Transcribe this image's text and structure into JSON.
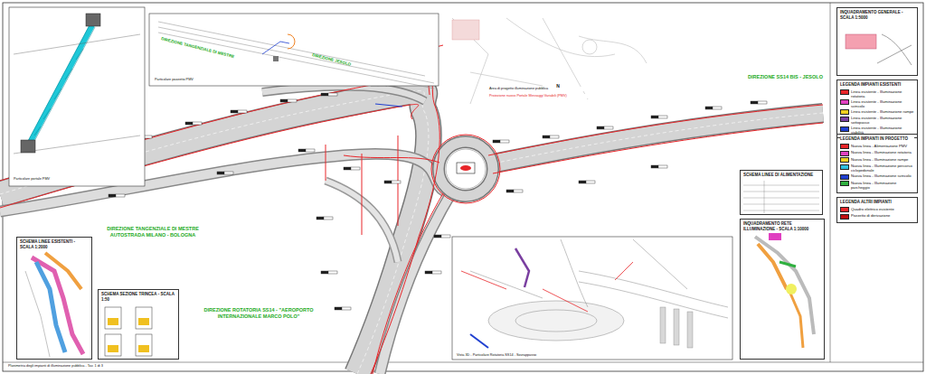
{
  "diagram": {
    "nodes": [
      {
        "text": [
          "INQUADRAMENTO GENERALE - SCALA 1:5000"
        ]
      },
      {
        "text": [
          "LEGENDA IMPIANTI ESISTENTI"
        ]
      },
      {
        "text": [
          "LEGENDA IMPIANTI IN PROGETTO"
        ]
      },
      {
        "text": [
          "LEGENDA ALTRI IMPIANTI"
        ]
      },
      {
        "text": [
          "SCHEMA LINEE DI ALIMENTAZIONE"
        ]
      },
      {
        "text": [
          "INQUADRAMENTO RETE ILLUMINAZIONE - SCALA 1:10000"
        ]
      },
      {
        "text": [
          "SCHEMA SEZIONE TRINCEA - SCALA 1:50"
        ]
      },
      {
        "text": [
          "SCHEMA LINEE ESISTENTI - SCALA 1:2000"
        ]
      }
    ],
    "labels": [
      "DIREZIONE TANGENZIALE DI MESTRE AUTOSTRADA MILANO - BOLOGNA",
      "DIREZIONE ROTATORIA SS14 - \"AEROPORTO INTERNAZIONALE MARCO POLO\"",
      "DIREZIONE SS14 BIS - JESOLO",
      "DIREZIONE TANGENZIALE DI MESTRE",
      "DIREZIONE JESOLO",
      "Particolare portale PMV",
      "Particolare pozzetto PMV",
      "Area di progetto illuminazione pubblica",
      "Proiezione nuovo Portale Messaggi Variabili (PMV)",
      "Planimetria degli impianti di illuminazione pubblica - Tav. 1 di 3",
      "Vista 3D - Particolare Rotatoria SS14 - Sovrappasso",
      "N"
    ],
    "legend": [
      {
        "text": "Linea esistente - Illuminazione rotatoria",
        "color": "#e8262a"
      },
      {
        "text": "Linea esistente - Illuminazione svincolo",
        "color": "#e040c0"
      },
      {
        "text": "Linea esistente - Illuminazione rampe",
        "color": "#f0d020"
      },
      {
        "text": "Linea esistente - Illuminazione sottopasso",
        "color": "#7a3fa0"
      },
      {
        "text": "Linea esistente - Illuminazione viabilità",
        "color": "#2040d0"
      },
      {
        "text": "Nuova linea - Alimentazione PMV",
        "color": "#e8262a"
      },
      {
        "text": "Nuova linea - Illuminazione rotatoria",
        "color": "#e040c0"
      },
      {
        "text": "Nuova linea - Illuminazione rampe",
        "color": "#f0d020"
      },
      {
        "text": "Nuova linea - Illuminazione percorso ciclopedonale",
        "color": "#30c0e0"
      },
      {
        "text": "Nuova linea - Illuminazione svincolo",
        "color": "#2040d0"
      },
      {
        "text": "Nuova linea - Illuminazione parcheggio",
        "color": "#30b040"
      },
      {
        "text": "Quadro elettrico esistente",
        "color": "#e8262a"
      },
      {
        "text": "Pozzetto di derivazione",
        "color": "#c01010"
      }
    ]
  }
}
